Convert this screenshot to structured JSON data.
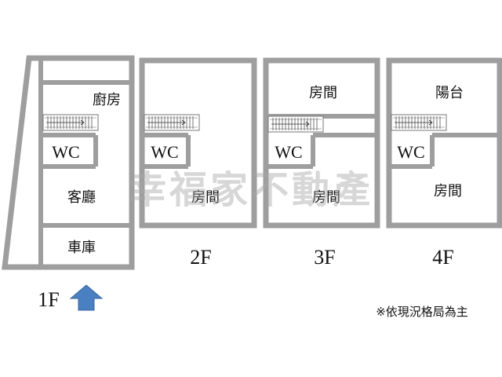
{
  "floors": {
    "f1": {
      "label": "1F",
      "rooms": {
        "kitchen": "廚房",
        "wc": "WC",
        "living": "客廳",
        "garage": "車庫"
      }
    },
    "f2": {
      "label": "2F",
      "rooms": {
        "wc": "WC",
        "room": "房間"
      }
    },
    "f3": {
      "label": "3F",
      "rooms": {
        "room_top": "房間",
        "wc": "WC",
        "room_bottom": "房間"
      }
    },
    "f4": {
      "label": "4F",
      "rooms": {
        "balcony": "陽台",
        "wc": "WC",
        "room": "房間"
      }
    }
  },
  "entrance_arrow": {
    "icon": "up-arrow-icon",
    "color": "#4a7fc1"
  },
  "wall_color": "#9e9e9e",
  "note": "※依現況格局為主",
  "watermark": "幸福家不動產"
}
